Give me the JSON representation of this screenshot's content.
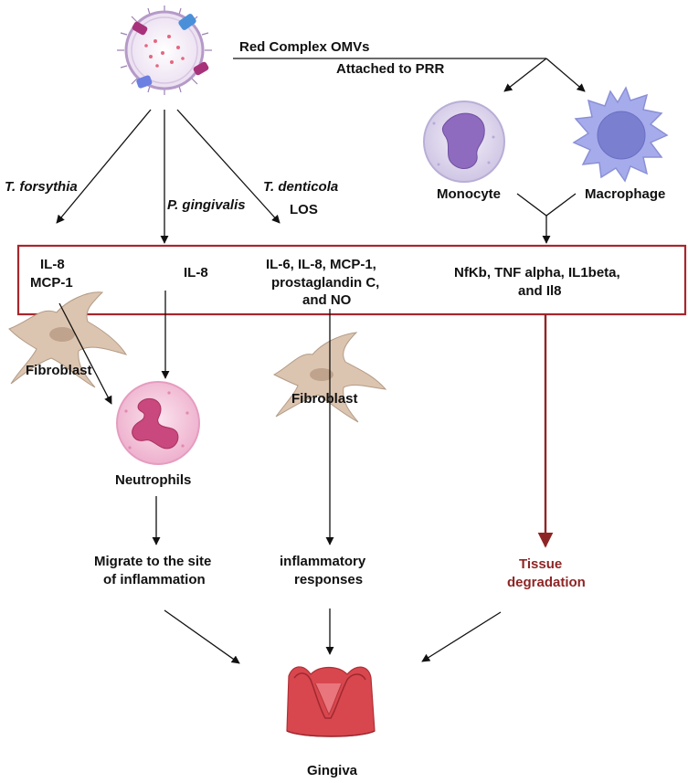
{
  "source": {
    "label_line1": "Red Complex OMVs",
    "label_line2": "Attached to PRR"
  },
  "branches": {
    "t_forsythia": "T. forsythia",
    "p_gingivalis": "P. gingivalis",
    "t_denticola": "T. denticola",
    "los": "LOS"
  },
  "cells": {
    "monocyte": "Monocyte",
    "macrophage": "Macrophage",
    "fibroblast_left": "Fibroblast",
    "fibroblast_mid": "Fibroblast",
    "neutrophils": "Neutrophils",
    "gingiva": "Gingiva"
  },
  "cytokines": {
    "col1_line1": "IL-8",
    "col1_line2": "MCP-1",
    "col2": "IL-8",
    "col3_line1": "IL-6, IL-8, MCP-1,",
    "col3_line2": "prostaglandin C,",
    "col3_line3": "and NO",
    "col4_line1": "NfKb, TNF alpha, IL1beta,",
    "col4_line2": "and Il8"
  },
  "outcomes": {
    "migrate_line1": "Migrate to the site",
    "migrate_line2": "of inflammation",
    "inflam_line1": "inflammatory",
    "inflam_line2": "responses",
    "tissue_line1": "Tissue",
    "tissue_line2": "degradation"
  },
  "colors": {
    "box_border": "#a8262c",
    "red_arrow": "#8e2525",
    "fibroblast": "#d8c2ad",
    "neutrophil": "#f3c6dc",
    "monocyte": "#ddd6ec",
    "macrophage": "#aab0ea",
    "gingiva": "#d8474e"
  }
}
